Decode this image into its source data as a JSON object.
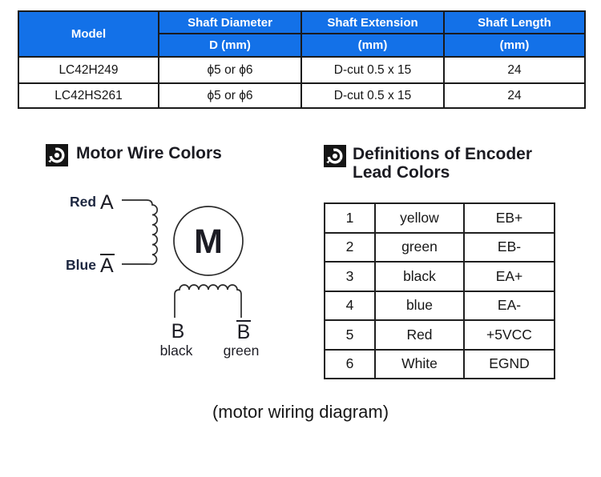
{
  "colors": {
    "header_blue": "#1371E8",
    "header_text": "#FFFFFF",
    "table_border": "#1A1A1A",
    "body_text": "#161616",
    "wire_label_dark": "#1D2740"
  },
  "spec_table": {
    "header": {
      "model": "Model",
      "shaft_diameter": "Shaft Diameter",
      "shaft_diameter_unit": "D (mm)",
      "shaft_extension": "Shaft Extension",
      "shaft_extension_unit": "(mm)",
      "shaft_length": "Shaft Length",
      "shaft_length_unit": "(mm)"
    },
    "rows": [
      [
        "LC42H249",
        "ϕ5 or ϕ6",
        "D-cut 0.5 x 15",
        "24"
      ],
      [
        "LC42HS261",
        "ϕ5 or ϕ6",
        "D-cut 0.5 x 15",
        "24"
      ]
    ]
  },
  "motor_section": {
    "title": "Motor Wire Colors",
    "labels": {
      "red": "Red",
      "a": "A",
      "blue": "Blue",
      "a_bar": "A",
      "motor": "M",
      "b": "B",
      "b_bar": "B",
      "b_color": "black",
      "b_bar_color": "green"
    }
  },
  "encoder_section": {
    "title_line1": "Definitions of Encoder",
    "title_line2": "Lead Colors",
    "table_rows": [
      [
        "1",
        "yellow",
        "EB+"
      ],
      [
        "2",
        "green",
        "EB-"
      ],
      [
        "3",
        "black",
        "EA+"
      ],
      [
        "4",
        "blue",
        "EA-"
      ],
      [
        "5",
        "Red",
        "+5VCC"
      ],
      [
        "6",
        "White",
        "EGND"
      ]
    ]
  },
  "caption": "(motor wiring diagram)"
}
